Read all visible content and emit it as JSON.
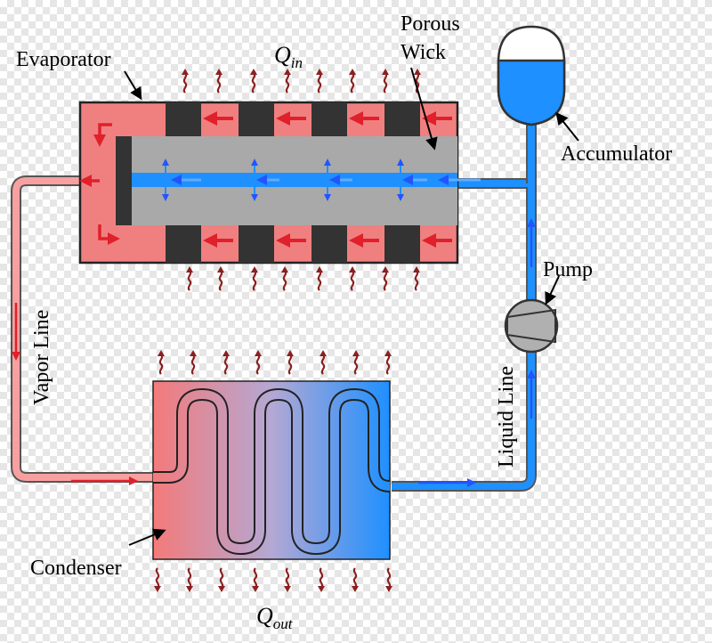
{
  "labels": {
    "evaporator": "Evaporator",
    "q_in_main": "Q",
    "q_in_sub": "in",
    "porous_line1": "Porous",
    "porous_line2": "Wick",
    "accumulator": "Accumulator",
    "pump": "Pump",
    "vapor_line": "Vapor Line",
    "liquid_line": "Liquid Line",
    "condenser": "Condenser",
    "q_out_main": "Q",
    "q_out_sub": "out"
  },
  "colors": {
    "hot": "#f08080",
    "hot_light": "#f8a0a0",
    "cold": "#1e90ff",
    "wick": "#a9a9a9",
    "dark_block": "#333333",
    "arrow_red": "#e0202a",
    "heat_wave": "#8b2020",
    "pump_gray": "#b0b0b0"
  }
}
